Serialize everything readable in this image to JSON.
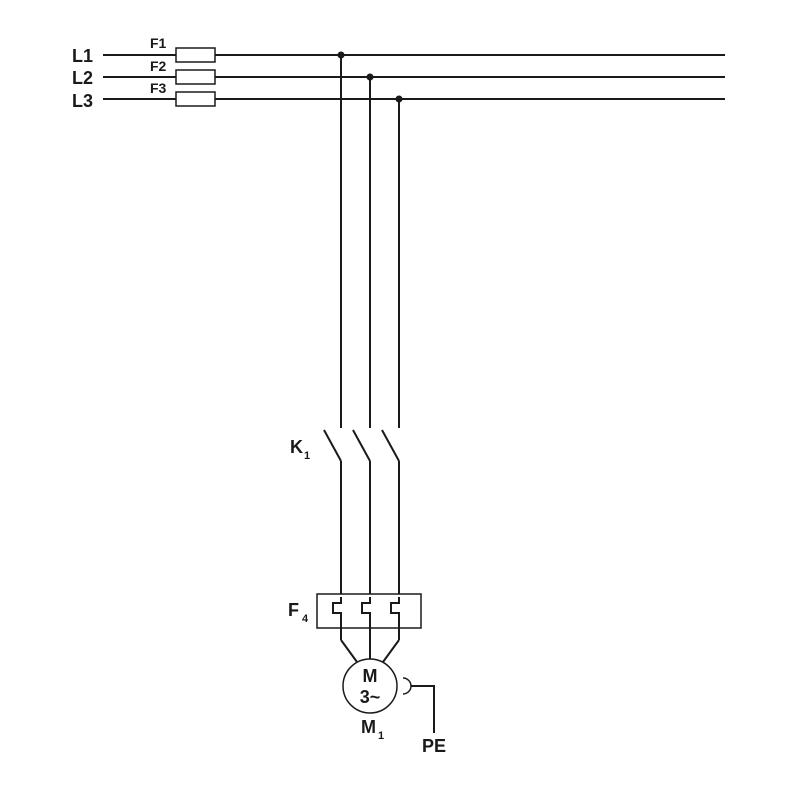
{
  "lines": {
    "l1": "L1",
    "l2": "L2",
    "l3": "L3"
  },
  "fuses": {
    "f1": "F1",
    "f2": "F2",
    "f3": "F3"
  },
  "contactor": {
    "letter": "K",
    "index": "1"
  },
  "overload_relay": {
    "letter": "F",
    "index": "4"
  },
  "motor": {
    "line1": "M",
    "line2": "3~",
    "letter": "M",
    "index": "1"
  },
  "earth": "PE",
  "colors": {
    "ink": "#1a1a1a",
    "background": "#ffffff"
  }
}
